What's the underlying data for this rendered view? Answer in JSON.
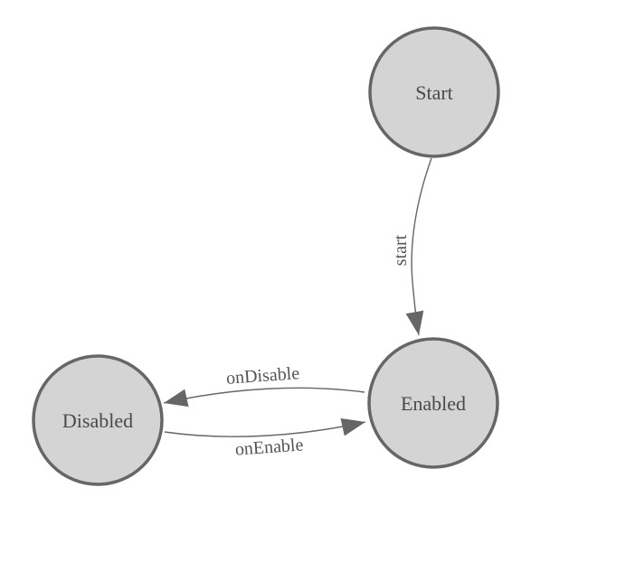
{
  "diagram": {
    "type": "state-machine",
    "colors": {
      "background": "#ffffff",
      "node_fill": "#d4d4d4",
      "node_stroke": "#666666",
      "edge_stroke": "#666666",
      "arrowhead_fill": "#666666",
      "node_text": "#4a4a4a",
      "edge_text": "#555555"
    },
    "nodes": {
      "start": {
        "label": "Start"
      },
      "enabled": {
        "label": "Enabled"
      },
      "disabled": {
        "label": "Disabled"
      }
    },
    "edges": {
      "start_to_enabled": {
        "from": "Start",
        "to": "Enabled",
        "label": "start"
      },
      "enabled_to_disabled": {
        "from": "Enabled",
        "to": "Disabled",
        "label": "onDisable"
      },
      "disabled_to_enabled": {
        "from": "Disabled",
        "to": "Enabled",
        "label": "onEnable"
      }
    }
  }
}
